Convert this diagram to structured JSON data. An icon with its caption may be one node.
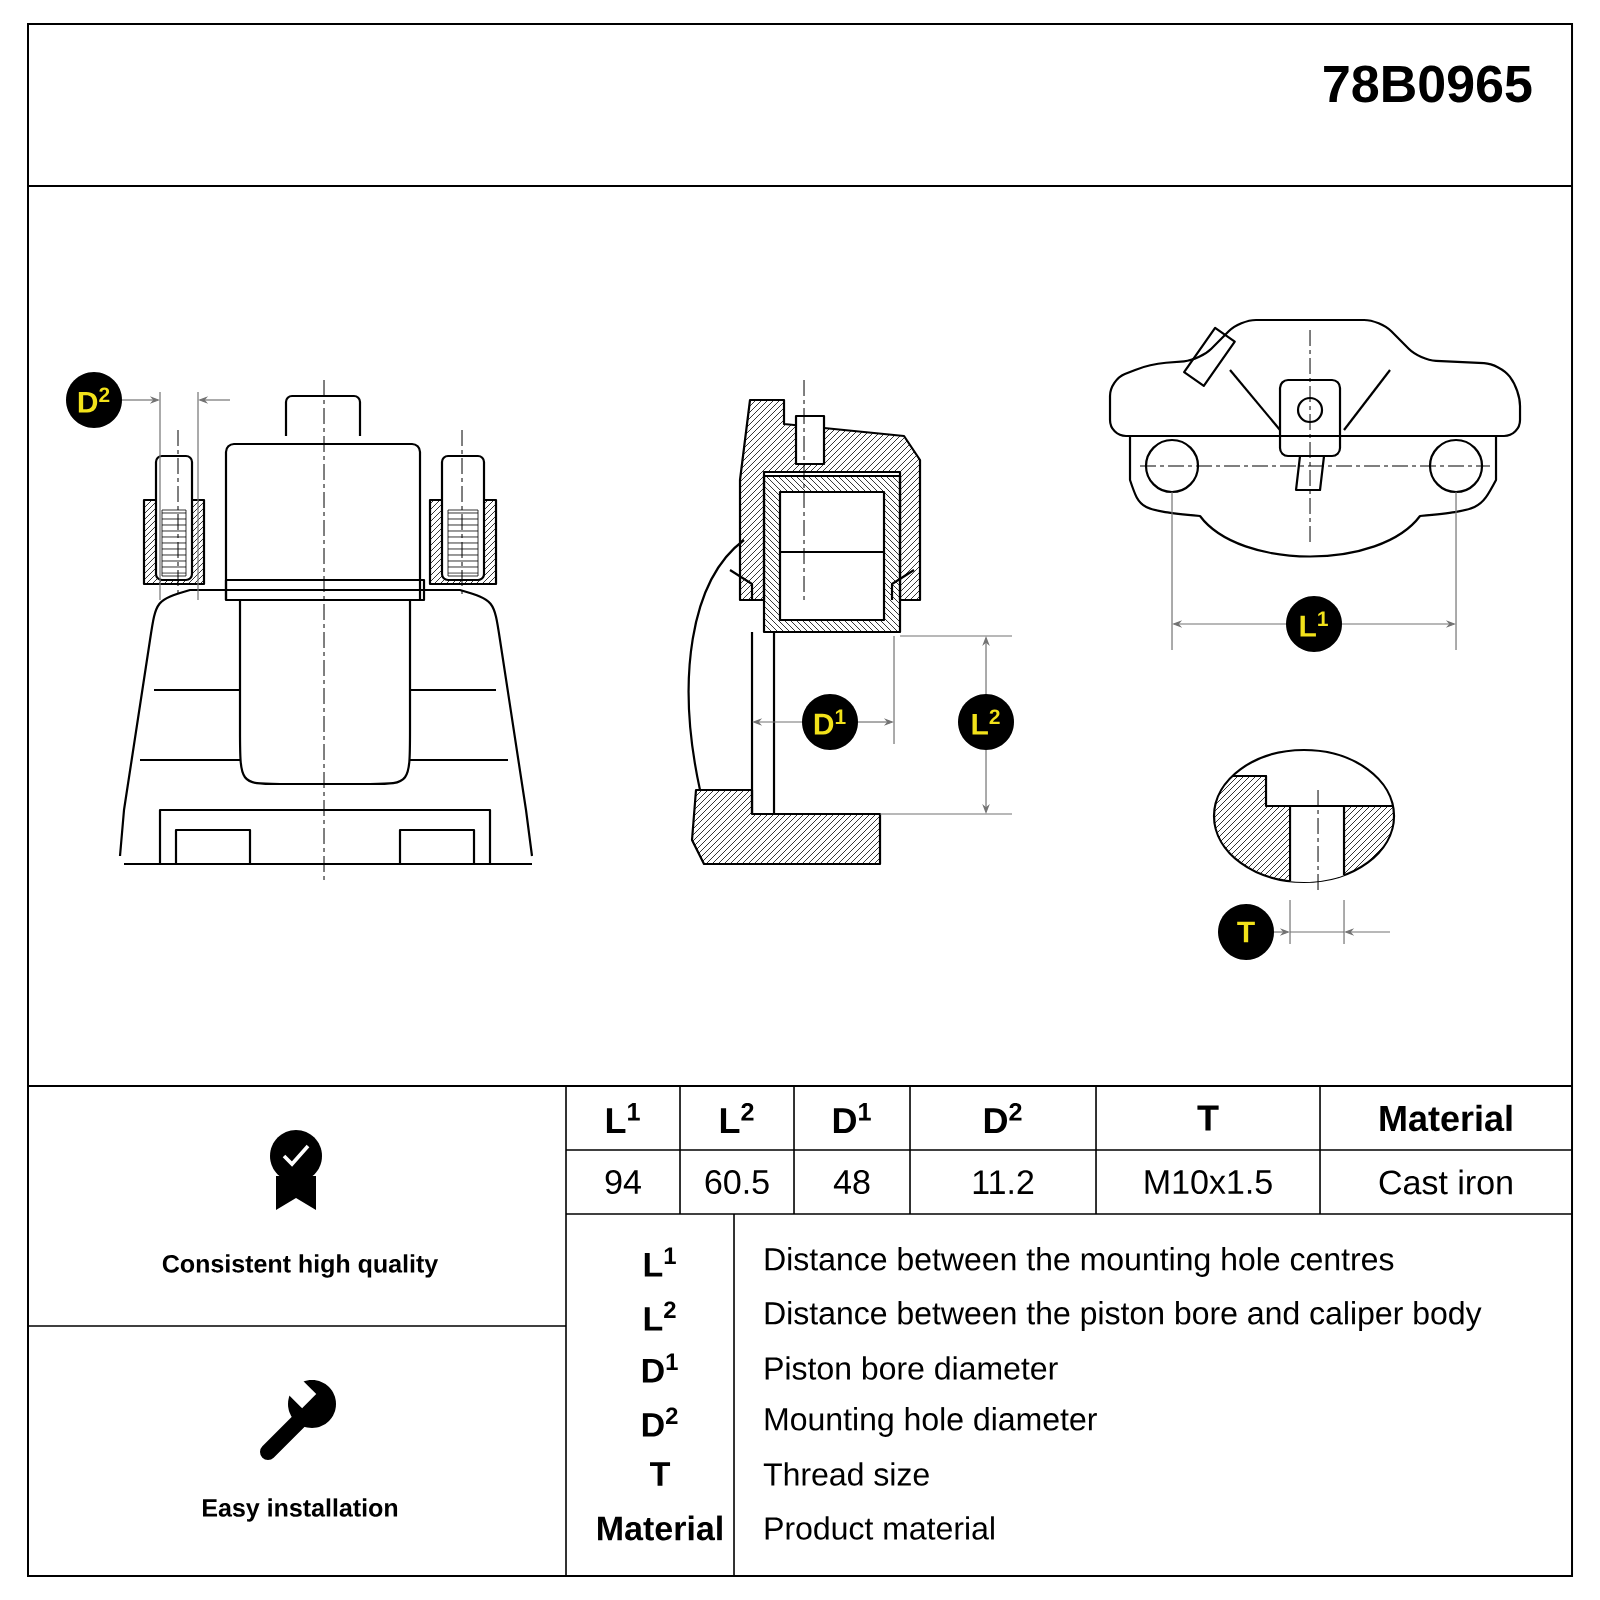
{
  "diagram": {
    "labels": [
      "78B0965",
      "D$^{2}$",
      "L$^{1}$",
      "D$^{1}$",
      "L$^{2}$",
      "T",
      "L$^{1}$",
      "L$^{2}$",
      "D$^{1}$",
      "D$^{2}$",
      "T",
      "Material",
      "94",
      "60.5",
      "48",
      "11.2",
      "M10x1.5",
      "Cast iron",
      "Consistent high quality",
      "L$^{1}$",
      "Distance between the mounting hole centres",
      "L$^{2}$",
      "Distance between the piston bore and caliper body",
      "D$^{1}$",
      "Piston bore diameter",
      "D$^{2}$",
      "Mounting hole diameter",
      "T",
      "Thread size",
      "Material",
      "Product material",
      "Easy installation"
    ]
  }
}
